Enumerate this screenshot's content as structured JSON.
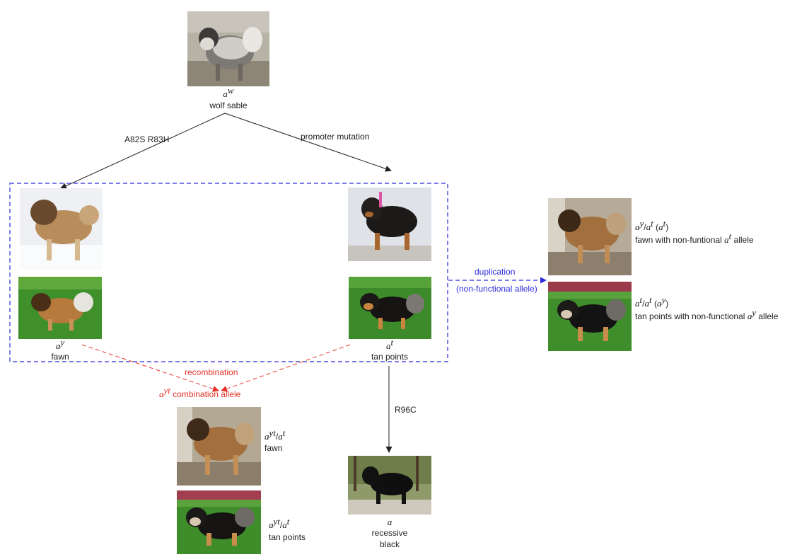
{
  "root": {
    "allele": "a",
    "allele_sup": "w",
    "name": "wolf sable"
  },
  "edges": {
    "left_mutation": "A82S R83H",
    "right_mutation": "promoter mutation",
    "r96c": "R96C",
    "duplication": "duplication",
    "non_functional": "(non-functional allele)",
    "recombination": "recombination"
  },
  "fawn": {
    "allele": "a",
    "allele_sup": "y",
    "name": "fawn"
  },
  "tan": {
    "allele": "a",
    "allele_sup": "t",
    "name": "tan points"
  },
  "combo": {
    "allele": "a",
    "allele_sup": "yt",
    "label": "combination allele"
  },
  "combo_fawn": {
    "a1": "a",
    "s1": "yt",
    "a2": "a",
    "s2": "t",
    "name": "fawn"
  },
  "combo_tan": {
    "a1": "a",
    "s1": "yt",
    "a2": "a",
    "s2": "t",
    "name": "tan points"
  },
  "dup_fawn": {
    "a1": "a",
    "s1": "y",
    "a2": "a",
    "s2": "t",
    "a3": "a",
    "s3": "t",
    "desc_pre": "fawn with non-funtional ",
    "desc_a": "a",
    "desc_sup": "t",
    "desc_post": " allele"
  },
  "dup_tan": {
    "a1": "a",
    "s1": "t",
    "a2": "a",
    "s2": "t",
    "a3": "a",
    "s3": "y",
    "desc_pre": "tan points with non-functional ",
    "desc_a": "a",
    "desc_sup": "y",
    "desc_post": " allele"
  },
  "recessive": {
    "allele": "a",
    "name1": "recessive",
    "name2": "black"
  },
  "colors": {
    "blue": "#2b2bdc",
    "red": "#e8332a",
    "black": "#222222"
  }
}
